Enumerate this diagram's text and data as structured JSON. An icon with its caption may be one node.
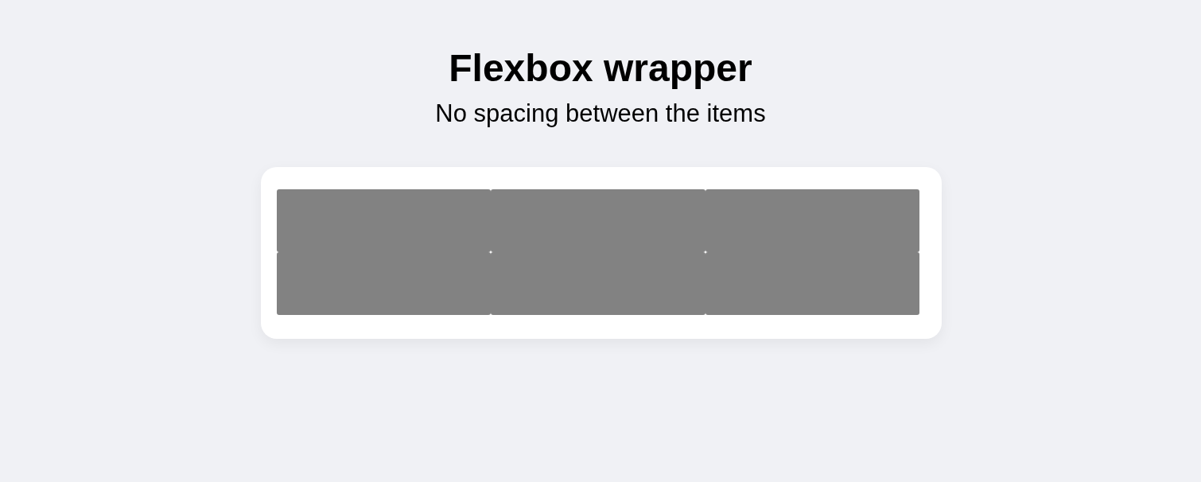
{
  "diagram": {
    "title": "Flexbox wrapper",
    "nodes": [
      {
        "text": [],
        "shape": "box"
      },
      {
        "text": [],
        "shape": "box",
        "in": 0
      },
      {
        "text": [],
        "shape": "box",
        "in": 0
      },
      {
        "text": [],
        "shape": "box",
        "in": 0
      },
      {
        "text": [],
        "shape": "box",
        "in": 0
      },
      {
        "text": [],
        "shape": "box",
        "in": 0
      },
      {
        "text": [],
        "shape": "box",
        "in": 0
      }
    ],
    "edges": [],
    "labels": [
      "No spacing between the items"
    ]
  }
}
